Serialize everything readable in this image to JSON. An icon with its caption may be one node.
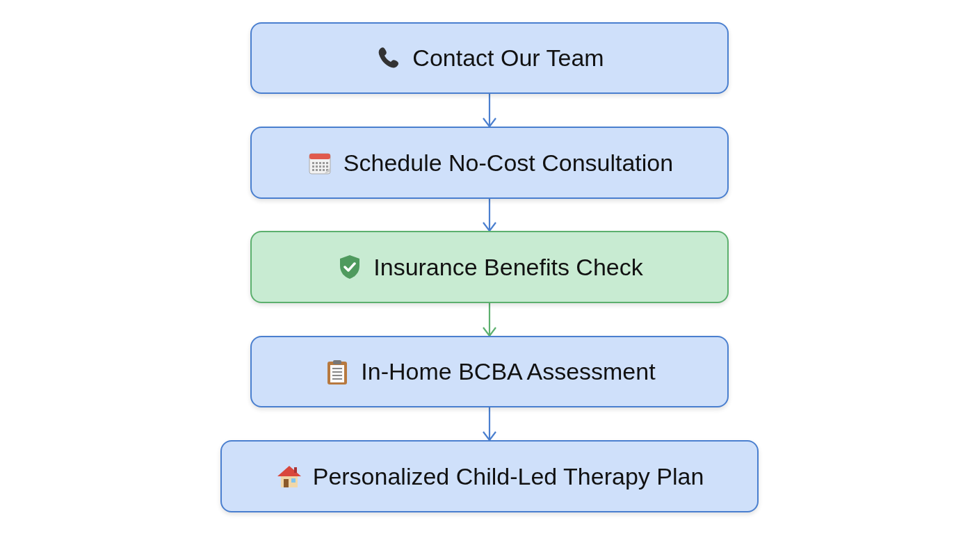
{
  "diagram": {
    "nodes": [
      {
        "text": [
          "Contact Our Team"
        ]
      },
      {
        "text": [
          "Schedule No-Cost Consultation"
        ]
      },
      {
        "text": [
          "Insurance Benefits Check"
        ]
      },
      {
        "text": [
          "In-Home BCBA Assessment"
        ]
      },
      {
        "text": [
          "Personalized Child-Led Therapy Plan"
        ]
      }
    ],
    "edges": [
      {
        "from": 0,
        "to": 1,
        "arrow": "to"
      },
      {
        "from": 1,
        "to": 2,
        "arrow": "to"
      },
      {
        "from": 2,
        "to": 3,
        "arrow": "to",
        "color": "#5cb06e"
      },
      {
        "from": 3,
        "to": 4,
        "arrow": "to"
      }
    ]
  }
}
